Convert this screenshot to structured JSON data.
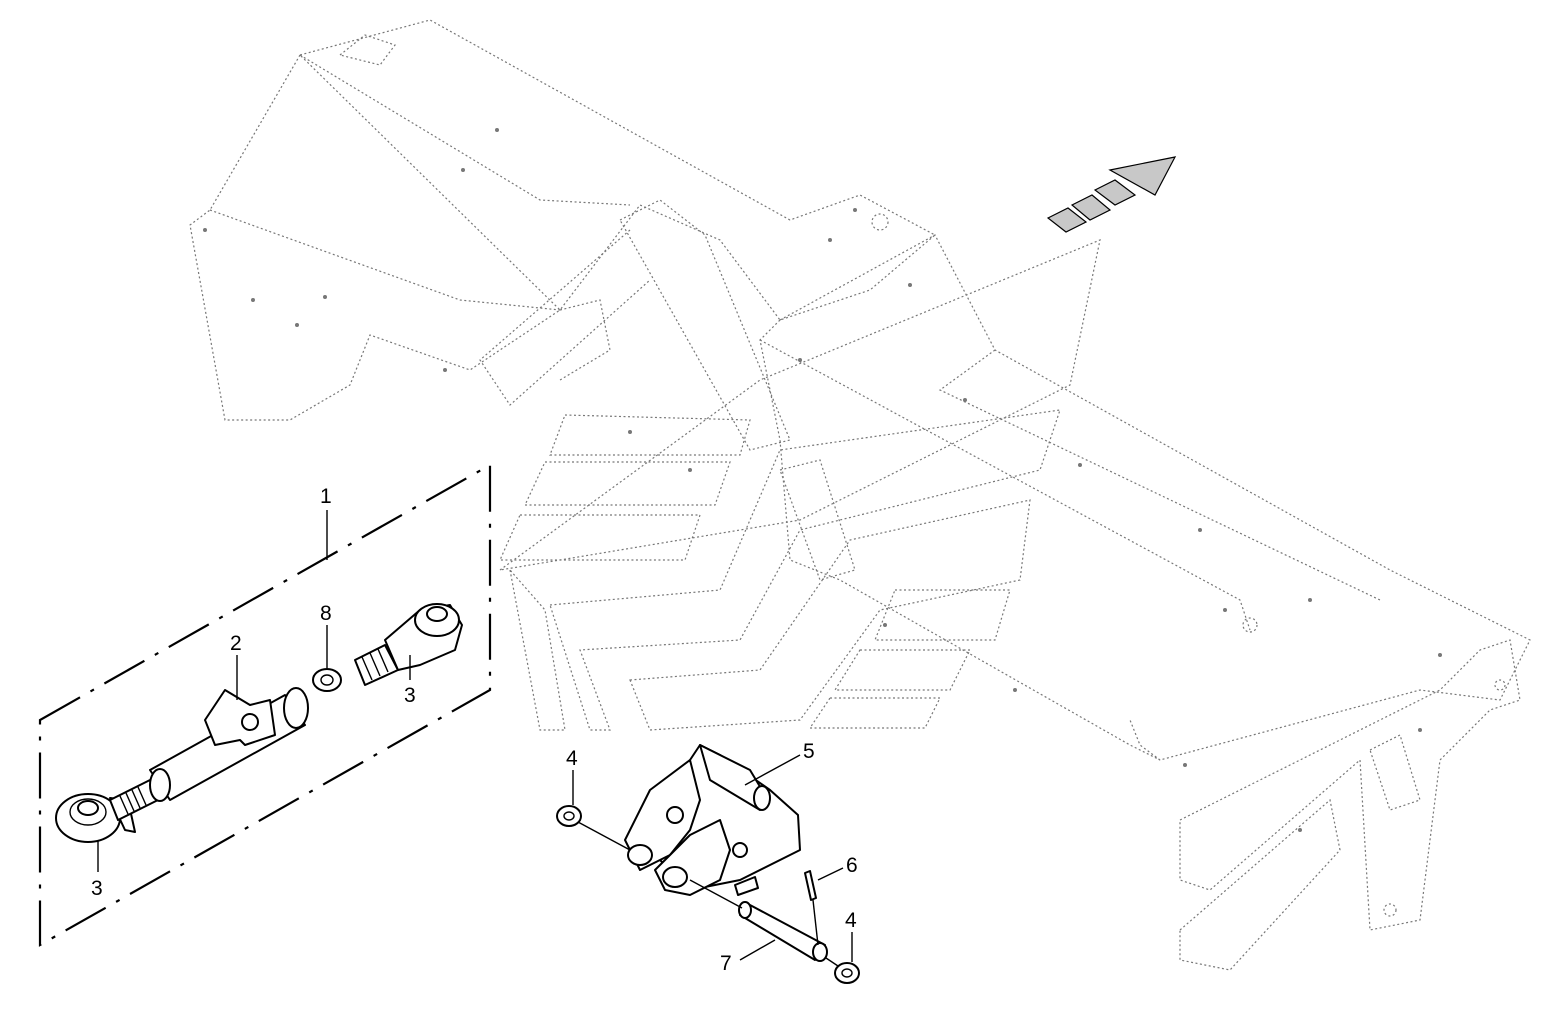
{
  "callouts": {
    "c1": "1",
    "c2": "2",
    "c3a": "3",
    "c3b": "3",
    "c4a": "4",
    "c4b": "4",
    "c5": "5",
    "c6": "6",
    "c7": "7",
    "c8": "8"
  },
  "colors": {
    "ghost_line": "#777777",
    "part_line": "#000000",
    "direction_arrow": "#c8c8c8"
  }
}
